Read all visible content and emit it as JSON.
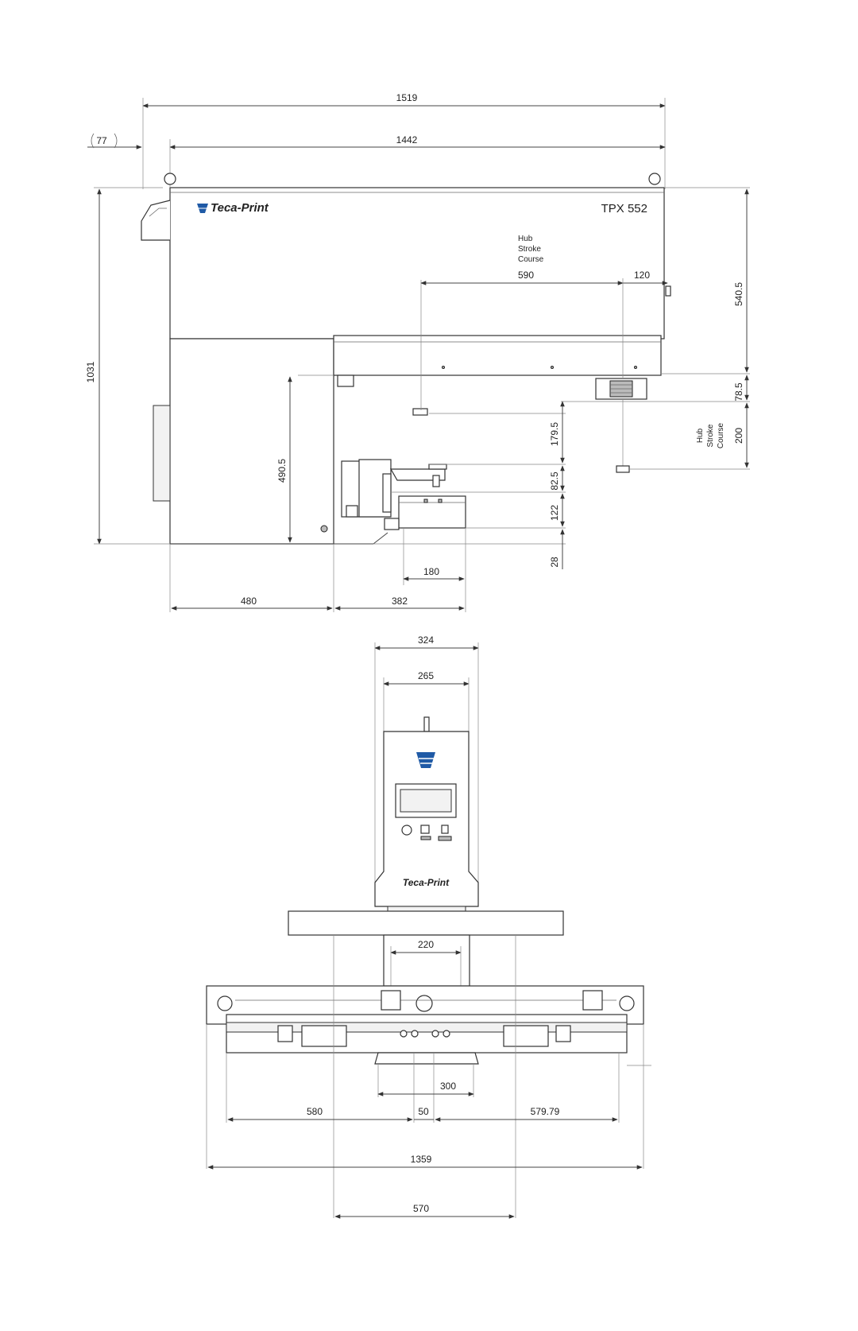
{
  "brand": {
    "name": "Teca-Print",
    "model": "TPX 552",
    "color": "#1f5aa6"
  },
  "side_view": {
    "dims": {
      "overall_width": "1519",
      "offset_left": "77",
      "body_width": "1442",
      "total_height": "1031",
      "stroke_590": "590",
      "stroke_120": "120",
      "height_540_5": "540.5",
      "height_78_5": "78.5",
      "height_200": "200",
      "height_179_5": "179.5",
      "height_490_5": "490.5",
      "height_82_5": "82.5",
      "height_122": "122",
      "height_28": "28",
      "width_180": "180",
      "width_480": "480",
      "width_382": "382"
    },
    "stroke_label_horizontal": [
      "Hub",
      "Stroke",
      "Course"
    ],
    "stroke_label_vertical": [
      "Hub",
      "Stroke",
      "Course"
    ]
  },
  "front_view": {
    "dims": {
      "width_324": "324",
      "width_265": "265",
      "width_220": "220",
      "width_300": "300",
      "width_580": "580",
      "width_50": "50",
      "width_579_79": "579.79",
      "width_1359": "1359",
      "width_570": "570"
    }
  }
}
